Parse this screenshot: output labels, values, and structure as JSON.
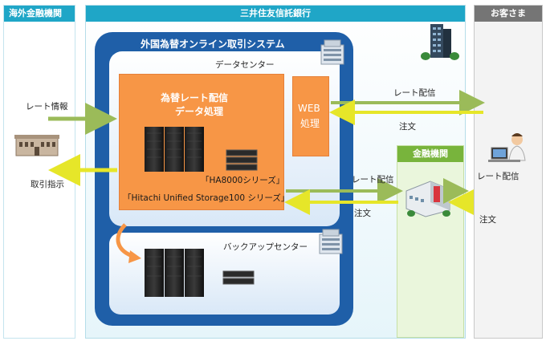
{
  "columns": {
    "overseas": "海外金融機関",
    "bank": "三井住友信託銀行",
    "customer": "お客さま",
    "financial": "金融機関"
  },
  "system": {
    "title": "外国為替オンライン取引システム",
    "datacenter": "データセンター",
    "backup_center": "バックアップセンター",
    "processing_title_1": "為替レート配信",
    "processing_title_2": "データ処理",
    "server_label": "「HA8000シリーズ」",
    "storage_label": "「Hitachi Unified Storage100 シリーズ」",
    "web_1": "WEB",
    "web_2": "処理"
  },
  "flows": {
    "rate_info": "レート情報",
    "trade_instruction": "取引指示",
    "rate_delivery_top": "レート配信",
    "order_top": "注文",
    "rate_delivery_mid": "レート配信",
    "order_mid": "注文",
    "rate_delivery_right": "レート配信",
    "order_right": "注文"
  },
  "colors": {
    "header_blue": "#1fa6c7",
    "header_gray": "#757575",
    "system_blue": "#1f5fa8",
    "orange": "#f79646",
    "green_arrow": "#9bbb59",
    "yellow_arrow": "#e6e629",
    "fin_green": "#78b43c"
  },
  "icons": [
    "office-building-icon",
    "data-center-icon",
    "server-rack-icon",
    "storage-unit-icon",
    "bank-building-icon",
    "computer-user-icon"
  ]
}
